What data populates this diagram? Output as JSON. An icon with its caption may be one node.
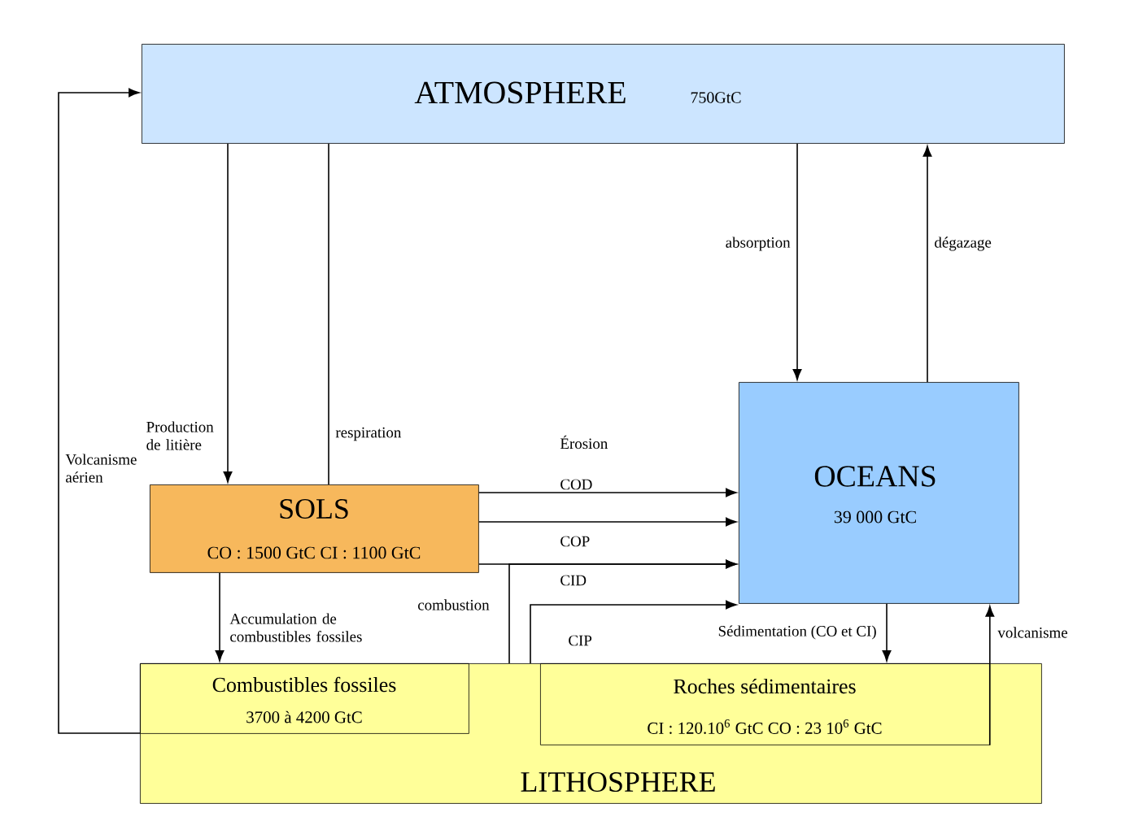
{
  "diagram": {
    "nodes": [
      {
        "text": [
          "ATMOSPHERE",
          "750GtC"
        ]
      },
      {
        "text": [
          "OCEANS",
          "39 000 GtC"
        ]
      },
      {
        "text": [
          "SOLS",
          "CO : 1500 GtC CI : 1100 GtC"
        ]
      },
      {
        "text": [
          "LITHOSPHERE"
        ]
      },
      {
        "text": [
          "Combustibles fossiles",
          "3700 à 4200 GtC"
        ],
        "in": 3
      },
      {
        "text": [
          "Roches sédimentaires",
          "CI : 120.10$^{6}$ GtC   CO : 23 10$^{6}$ GtC"
        ],
        "in": 3
      }
    ],
    "edges": [
      {
        "from": 0,
        "to": 2,
        "arrow": "to",
        "label": "Production de litière"
      },
      {
        "from": 2,
        "to": 0,
        "arrow": "none",
        "label": "respiration"
      },
      {
        "from": 0,
        "to": 1,
        "arrow": "to",
        "label": "absorption"
      },
      {
        "from": 1,
        "to": 0,
        "arrow": "to",
        "label": "dégazage"
      },
      {
        "from": 4,
        "to": 0,
        "arrow": "to",
        "label": "Volcanisme aérien"
      },
      {
        "from": 2,
        "to": 1,
        "arrow": "to",
        "label": "COD"
      },
      {
        "from": 2,
        "to": 1,
        "arrow": "to",
        "label": "COP"
      },
      {
        "from": 2,
        "to": 1,
        "arrow": "to",
        "label": "CID"
      },
      {
        "from": 3,
        "to": 1,
        "arrow": "to",
        "label": "combustion"
      },
      {
        "from": 3,
        "to": 1,
        "arrow": "to",
        "label": "CIP"
      },
      {
        "from": 1,
        "to": 5,
        "arrow": "to",
        "label": "Sédimentation (CO et CI)"
      },
      {
        "from": 5,
        "to": 1,
        "arrow": "to",
        "label": "volcanisme"
      },
      {
        "from": 2,
        "to": 4,
        "arrow": "to",
        "label": "Accumulation de combustibles fossiles"
      }
    ],
    "labels": [
      "Érosion"
    ]
  }
}
